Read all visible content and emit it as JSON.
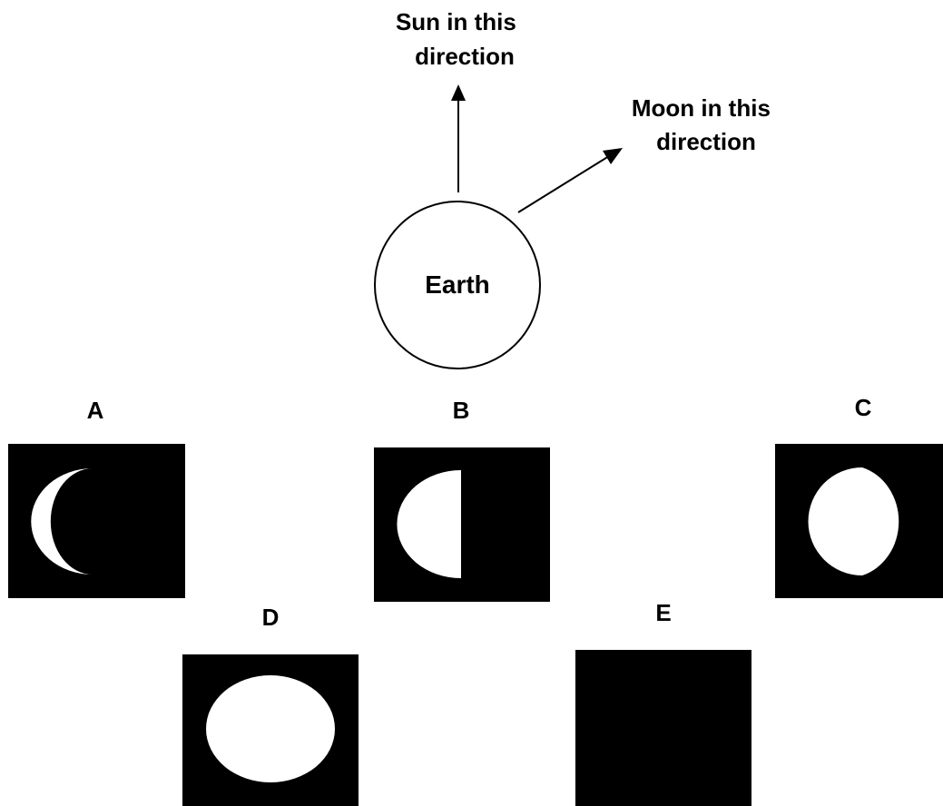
{
  "sun_label": [
    "Sun in this",
    "direction"
  ],
  "moon_label": [
    "Moon in this",
    "direction"
  ],
  "earth_label": "Earth",
  "options": [
    {
      "letter": "A",
      "phase": "waxing-crescent"
    },
    {
      "letter": "B",
      "phase": "first-quarter"
    },
    {
      "letter": "C",
      "phase": "waxing-gibbous"
    },
    {
      "letter": "D",
      "phase": "full-moon"
    },
    {
      "letter": "E",
      "phase": "new-moon"
    }
  ],
  "colors": {
    "sky": "#000000",
    "lit": "#ffffff",
    "ink": "#000000"
  }
}
